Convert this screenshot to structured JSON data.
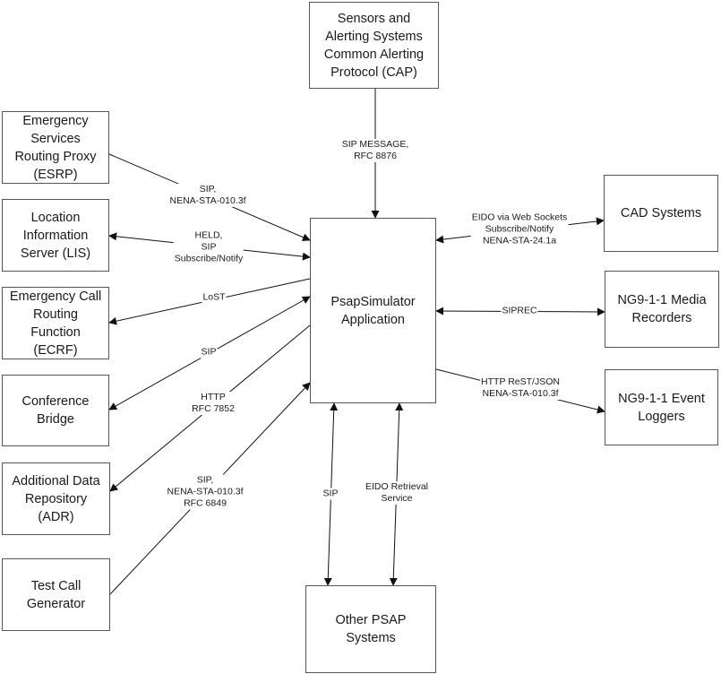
{
  "diagram": {
    "center": {
      "id": "psap",
      "label": "PsapSimulator\nApplication"
    },
    "nodes": [
      {
        "id": "cap",
        "label": "Sensors and\nAlerting Systems\nCommon Alerting\nProtocol (CAP)"
      },
      {
        "id": "esrp",
        "label": "Emergency\nServices\nRouting Proxy\n(ESRP)"
      },
      {
        "id": "lis",
        "label": "Location\nInformation\nServer (LIS)"
      },
      {
        "id": "ecrf",
        "label": "Emergency Call\nRouting\nFunction\n(ECRF)"
      },
      {
        "id": "conf",
        "label": "Conference\nBridge"
      },
      {
        "id": "adr",
        "label": "Additional Data\nRepository\n(ADR)"
      },
      {
        "id": "tcg",
        "label": "Test Call\nGenerator"
      },
      {
        "id": "other",
        "label": "Other PSAP\nSystems"
      },
      {
        "id": "cad",
        "label": "CAD Systems"
      },
      {
        "id": "rec",
        "label": "NG9-1-1 Media\nRecorders"
      },
      {
        "id": "log",
        "label": "NG9-1-1 Event\nLoggers"
      }
    ],
    "edges": [
      {
        "id": "e-cap",
        "from": "cap",
        "to": "psap",
        "direction": "to-center",
        "label": "SIP MESSAGE,\nRFC 8876"
      },
      {
        "id": "e-esrp",
        "from": "esrp",
        "to": "psap",
        "direction": "to-center",
        "label": "SIP,\nNENA-STA-010.3f"
      },
      {
        "id": "e-lis",
        "from": "lis",
        "to": "psap",
        "direction": "both",
        "label": "HELD,\nSIP\nSubscribe/Notify"
      },
      {
        "id": "e-ecrf",
        "from": "psap",
        "to": "ecrf",
        "direction": "from-center",
        "label": "LoST"
      },
      {
        "id": "e-conf",
        "from": "conf",
        "to": "psap",
        "direction": "both",
        "label": "SIP"
      },
      {
        "id": "e-adr",
        "from": "psap",
        "to": "adr",
        "direction": "from-center",
        "label": "HTTP\nRFC 7852"
      },
      {
        "id": "e-tcg",
        "from": "tcg",
        "to": "psap",
        "direction": "to-center",
        "label": "SIP,\nNENA-STA-010.3f\nRFC 6849"
      },
      {
        "id": "e-cad",
        "from": "cad",
        "to": "psap",
        "direction": "both",
        "label": "EIDO via Web Sockets\nSubscribe/Notify\nNENA-STA-24.1a"
      },
      {
        "id": "e-rec",
        "from": "psap",
        "to": "rec",
        "direction": "both",
        "label": "SIPREC"
      },
      {
        "id": "e-log",
        "from": "psap",
        "to": "log",
        "direction": "from-center",
        "label": "HTTP ReST/JSON\nNENA-STA-010.3f"
      },
      {
        "id": "e-sip",
        "from": "psap",
        "to": "other",
        "direction": "both",
        "label": "SIP"
      },
      {
        "id": "e-eido",
        "from": "psap",
        "to": "other",
        "direction": "both",
        "label": "EIDO Retrieval\nService"
      }
    ]
  }
}
